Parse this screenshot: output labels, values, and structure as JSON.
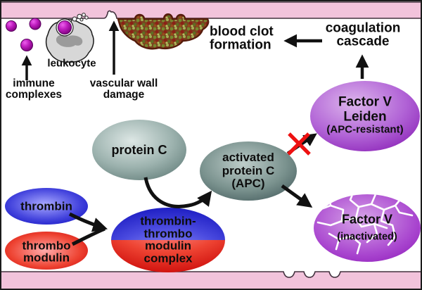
{
  "labels": {
    "immune_complexes": {
      "l1": "immune",
      "l2": "complexes"
    },
    "leukocyte": {
      "label": "leukocyte"
    },
    "vascular_wall_damage": {
      "l1": "vascular wall",
      "l2": "damage"
    },
    "blood_clot_formation": {
      "l1": "blood clot",
      "l2": "formation"
    },
    "coagulation_cascade": {
      "l1": "coagulation",
      "l2": "cascade"
    }
  },
  "nodes": {
    "protein_c": {
      "label": "protein C"
    },
    "apc": {
      "l1": "activated",
      "l2": "protein C",
      "l3": "(APC)"
    },
    "factor_v_leiden": {
      "l1": "Factor V",
      "l2": "Leiden",
      "l3": "(APC-resistant)"
    },
    "factor_v_inactivated": {
      "l1": "Factor V",
      "l2": "(inactivated)"
    },
    "thrombin": {
      "label": "thrombin"
    },
    "thrombomodulin": {
      "l1": "thrombo",
      "l2": "modulin"
    },
    "complex": {
      "l1": "thrombin-",
      "l2": "thrombo",
      "l3": "modulin",
      "l4": "complex"
    }
  },
  "palette": {
    "background": "#ffffff",
    "vessel_wall": "#f2c3db",
    "wall_outline": "#43323f",
    "immune_complex_purple": "#aa00aa",
    "leukocyte_body": "#d7d7d7",
    "leukocyte_nucleus": "#9b9b9b",
    "clot_outline": "#561c0c",
    "clot_base_brown": "#7a4420",
    "clot_speckle_olive": "#77882e",
    "clot_speckle_red": "#8c2016",
    "protein_c_teal": "#8fa5a1",
    "apc_teal_dark": "#5d7775",
    "factor_v_purple": "#9933cc",
    "thrombin_blue": "#2222cc",
    "thrombomodulin_red": "#dd1111",
    "arrow_black": "#111111",
    "blocked_x_red": "#ee1111"
  }
}
